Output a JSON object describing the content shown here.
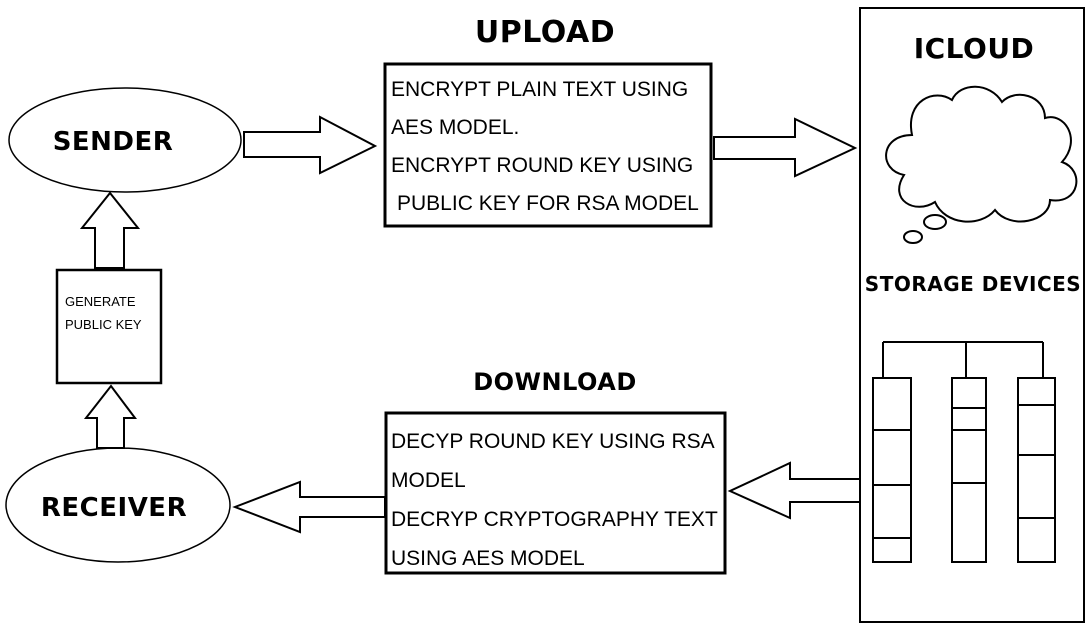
{
  "titles": {
    "upload": "UPLOAD",
    "download": "DOWNLOAD",
    "icloud": "ICLOUD",
    "storage": "STORAGE DEVICES"
  },
  "nodes": {
    "sender": "SENDER",
    "receiver": "RECEIVER",
    "generate_key": [
      "GENERATE",
      "PUBLIC KEY"
    ]
  },
  "upload_box": [
    "ENCRYPT PLAIN TEXT USING",
    "AES MODEL.",
    "ENCRYPT ROUND KEY USING",
    "PUBLIC KEY FOR RSA MODEL"
  ],
  "download_box": [
    "DECYP ROUND KEY USING RSA",
    "MODEL",
    "DECRYP CRYPTOGRAPHY TEXT",
    "USING AES MODEL"
  ]
}
